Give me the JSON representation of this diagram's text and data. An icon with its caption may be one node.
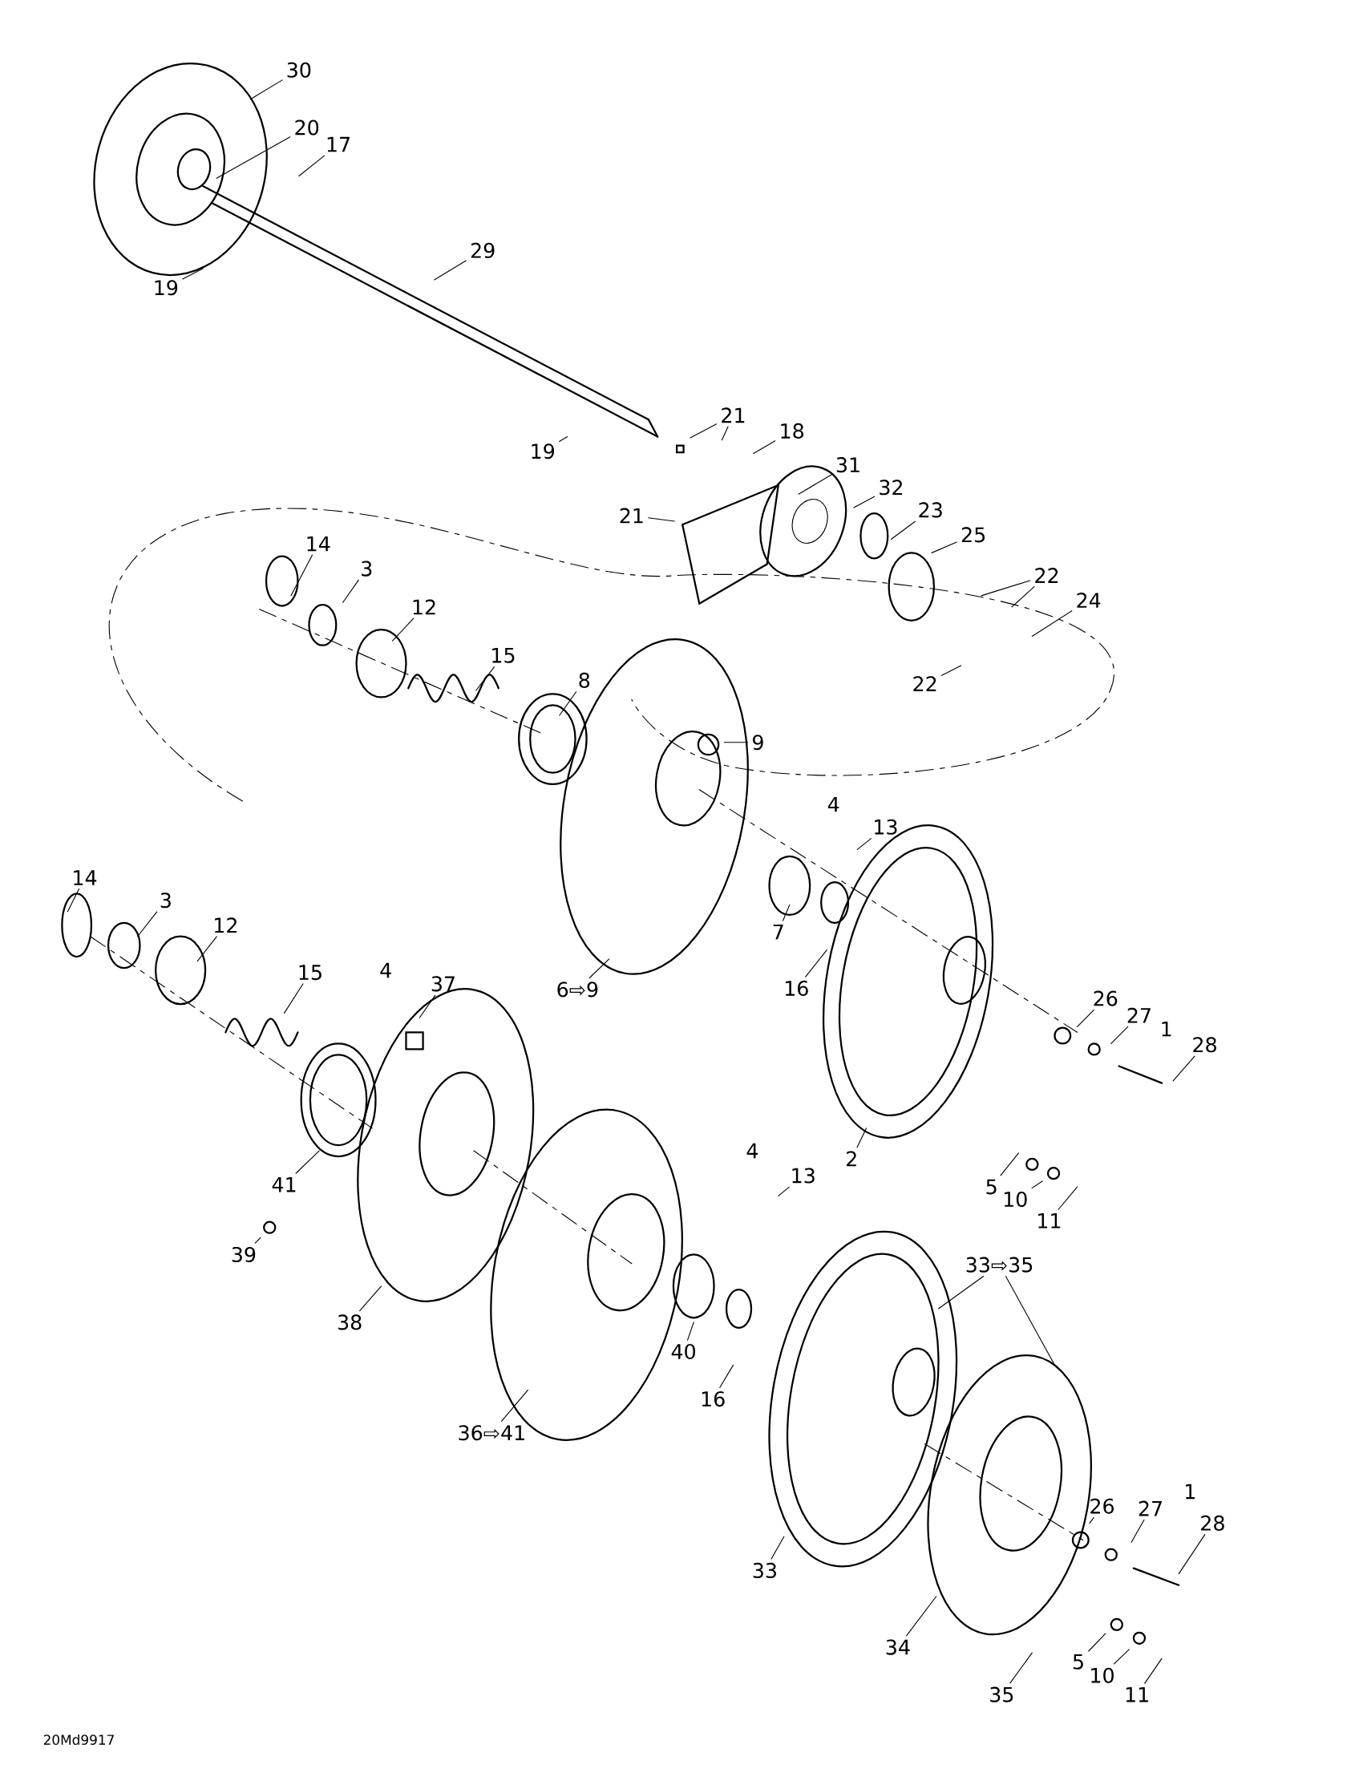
{
  "diagram": {
    "nodes": [
      {
        "text": [
          "30"
        ]
      },
      {
        "text": [
          "20"
        ]
      },
      {
        "text": [
          "17"
        ]
      },
      {
        "text": [
          "19"
        ]
      },
      {
        "text": [
          "29"
        ]
      },
      {
        "text": [
          "21"
        ]
      },
      {
        "text": [
          "18"
        ]
      },
      {
        "text": [
          "19"
        ]
      },
      {
        "text": [
          "31"
        ]
      },
      {
        "text": [
          "21"
        ]
      },
      {
        "text": [
          "32"
        ]
      },
      {
        "text": [
          "23"
        ]
      },
      {
        "text": [
          "25"
        ]
      },
      {
        "text": [
          "22"
        ]
      },
      {
        "text": [
          "24"
        ]
      },
      {
        "text": [
          "22"
        ]
      },
      {
        "text": [
          "14"
        ]
      },
      {
        "text": [
          "3"
        ]
      },
      {
        "text": [
          "12"
        ]
      },
      {
        "text": [
          "15"
        ]
      },
      {
        "text": [
          "8"
        ]
      },
      {
        "text": [
          "9"
        ]
      },
      {
        "text": [
          "13"
        ]
      },
      {
        "text": [
          "7"
        ]
      },
      {
        "text": [
          "16"
        ]
      },
      {
        "text": [
          "6⇨9"
        ]
      },
      {
        "text": [
          "26"
        ]
      },
      {
        "text": [
          "27"
        ]
      },
      {
        "text": [
          "28"
        ]
      },
      {
        "text": [
          "2"
        ]
      },
      {
        "text": [
          "5"
        ]
      },
      {
        "text": [
          "10"
        ]
      },
      {
        "text": [
          "11"
        ]
      },
      {
        "text": [
          "14"
        ]
      },
      {
        "text": [
          "3"
        ]
      },
      {
        "text": [
          "12"
        ]
      },
      {
        "text": [
          "15"
        ]
      },
      {
        "text": [
          "37"
        ]
      },
      {
        "text": [
          "41"
        ]
      },
      {
        "text": [
          "39"
        ]
      },
      {
        "text": [
          "38"
        ]
      },
      {
        "text": [
          "13"
        ]
      },
      {
        "text": [
          "40"
        ]
      },
      {
        "text": [
          "16"
        ]
      },
      {
        "text": [
          "36⇨41"
        ]
      },
      {
        "text": [
          "33⇨35"
        ]
      },
      {
        "text": [
          "33"
        ]
      },
      {
        "text": [
          "26"
        ]
      },
      {
        "text": [
          "27"
        ]
      },
      {
        "text": [
          "28"
        ]
      },
      {
        "text": [
          "34"
        ]
      },
      {
        "text": [
          "35"
        ]
      },
      {
        "text": [
          "5"
        ]
      },
      {
        "text": [
          "10"
        ]
      },
      {
        "text": [
          "11"
        ]
      }
    ],
    "edges": [
      {
        "from": 0,
        "to": null,
        "arrow": "none"
      },
      {
        "from": 1,
        "to": null,
        "arrow": "none"
      },
      {
        "from": 2,
        "to": null,
        "arrow": "none"
      },
      {
        "from": 3,
        "to": null,
        "arrow": "none"
      },
      {
        "from": 4,
        "to": null,
        "arrow": "none"
      },
      {
        "from": 5,
        "to": null,
        "arrow": "none"
      },
      {
        "from": 5,
        "to": null,
        "arrow": "none"
      },
      {
        "from": 6,
        "to": null,
        "arrow": "none"
      },
      {
        "from": 7,
        "to": null,
        "arrow": "none"
      },
      {
        "from": 8,
        "to": null,
        "arrow": "none"
      },
      {
        "from": 9,
        "to": null,
        "arrow": "none"
      },
      {
        "from": 10,
        "to": null,
        "arrow": "none"
      },
      {
        "from": 11,
        "to": null,
        "arrow": "none"
      },
      {
        "from": 12,
        "to": null,
        "arrow": "none"
      },
      {
        "from": 13,
        "to": null,
        "arrow": "none"
      },
      {
        "from": 13,
        "to": null,
        "arrow": "none"
      },
      {
        "from": 14,
        "to": null,
        "arrow": "none"
      },
      {
        "from": 15,
        "to": null,
        "arrow": "none"
      },
      {
        "from": 16,
        "to": null,
        "arrow": "none"
      },
      {
        "from": 17,
        "to": null,
        "arrow": "none"
      },
      {
        "from": 18,
        "to": null,
        "arrow": "none"
      },
      {
        "from": 19,
        "to": null,
        "arrow": "none"
      },
      {
        "from": 20,
        "to": null,
        "arrow": "none"
      },
      {
        "from": 21,
        "to": null,
        "arrow": "none"
      },
      {
        "from": 22,
        "to": null,
        "arrow": "none"
      },
      {
        "from": 23,
        "to": null,
        "arrow": "none"
      },
      {
        "from": 24,
        "to": null,
        "arrow": "none"
      },
      {
        "from": 25,
        "to": null,
        "arrow": "none"
      },
      {
        "from": 26,
        "to": null,
        "arrow": "none"
      },
      {
        "from": 27,
        "to": null,
        "arrow": "none"
      },
      {
        "from": 28,
        "to": null,
        "arrow": "none"
      },
      {
        "from": 29,
        "to": null,
        "arrow": "none"
      },
      {
        "from": 30,
        "to": null,
        "arrow": "none"
      },
      {
        "from": 31,
        "to": null,
        "arrow": "none"
      },
      {
        "from": 32,
        "to": null,
        "arrow": "none"
      },
      {
        "from": 33,
        "to": null,
        "arrow": "none"
      },
      {
        "from": 34,
        "to": null,
        "arrow": "none"
      },
      {
        "from": 35,
        "to": null,
        "arrow": "none"
      },
      {
        "from": 36,
        "to": null,
        "arrow": "none"
      },
      {
        "from": 37,
        "to": null,
        "arrow": "none"
      },
      {
        "from": 38,
        "to": null,
        "arrow": "none"
      },
      {
        "from": 39,
        "to": null,
        "arrow": "none"
      },
      {
        "from": 40,
        "to": null,
        "arrow": "none"
      },
      {
        "from": 41,
        "to": null,
        "arrow": "none"
      },
      {
        "from": 42,
        "to": null,
        "arrow": "none"
      },
      {
        "from": 43,
        "to": null,
        "arrow": "none"
      },
      {
        "from": 44,
        "to": null,
        "arrow": "none"
      },
      {
        "from": 45,
        "to": null,
        "arrow": "none"
      },
      {
        "from": 45,
        "to": null,
        "arrow": "none"
      },
      {
        "from": 46,
        "to": null,
        "arrow": "none"
      },
      {
        "from": 47,
        "to": null,
        "arrow": "none"
      },
      {
        "from": 48,
        "to": null,
        "arrow": "none"
      },
      {
        "from": 49,
        "to": null,
        "arrow": "none"
      },
      {
        "from": 50,
        "to": null,
        "arrow": "none"
      },
      {
        "from": 51,
        "to": null,
        "arrow": "none"
      },
      {
        "from": 52,
        "to": null,
        "arrow": "none"
      },
      {
        "from": 53,
        "to": null,
        "arrow": "none"
      },
      {
        "from": 54,
        "to": null,
        "arrow": "none"
      }
    ],
    "labels": [
      "4",
      "1",
      "4",
      "4",
      "1",
      "20Md9917"
    ]
  }
}
